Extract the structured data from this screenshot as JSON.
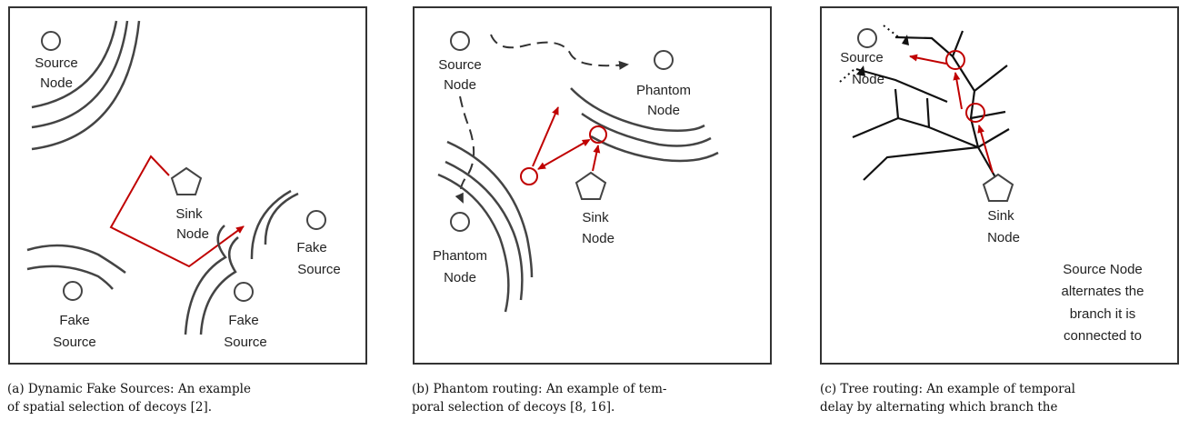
{
  "colors": {
    "line": "#444444",
    "accent": "#c00000",
    "frame": "#333333"
  },
  "panel_a": {
    "source_node": [
      "Source",
      "Node"
    ],
    "sink_node": [
      "Sink",
      "Node"
    ],
    "fake_source_right": [
      "Fake",
      "Source"
    ],
    "fake_source_left": [
      "Fake",
      "Source"
    ],
    "fake_source_mid": [
      "Fake",
      "Source"
    ]
  },
  "panel_b": {
    "source_node": [
      "Source",
      "Node"
    ],
    "phantom_node_top": [
      "Phantom",
      "Node"
    ],
    "phantom_node_left": [
      "Phantom",
      "Node"
    ],
    "sink_node": [
      "Sink",
      "Node"
    ]
  },
  "panel_c": {
    "source_node": [
      "Source",
      "Node"
    ],
    "sink_node": [
      "Sink",
      "Node"
    ],
    "note": [
      "Source Node",
      "alternates the",
      "branch it is",
      "connected to"
    ]
  },
  "captions": {
    "a": [
      "(a) Dynamic Fake Sources: An example",
      "of spatial selection of decoys [2]."
    ],
    "b": [
      "(b) Phantom routing: An example of tem-",
      "poral selection of decoys [8, 16]."
    ],
    "c": [
      "(c) Tree routing: An example of temporal",
      "delay by alternating which branch the"
    ]
  }
}
